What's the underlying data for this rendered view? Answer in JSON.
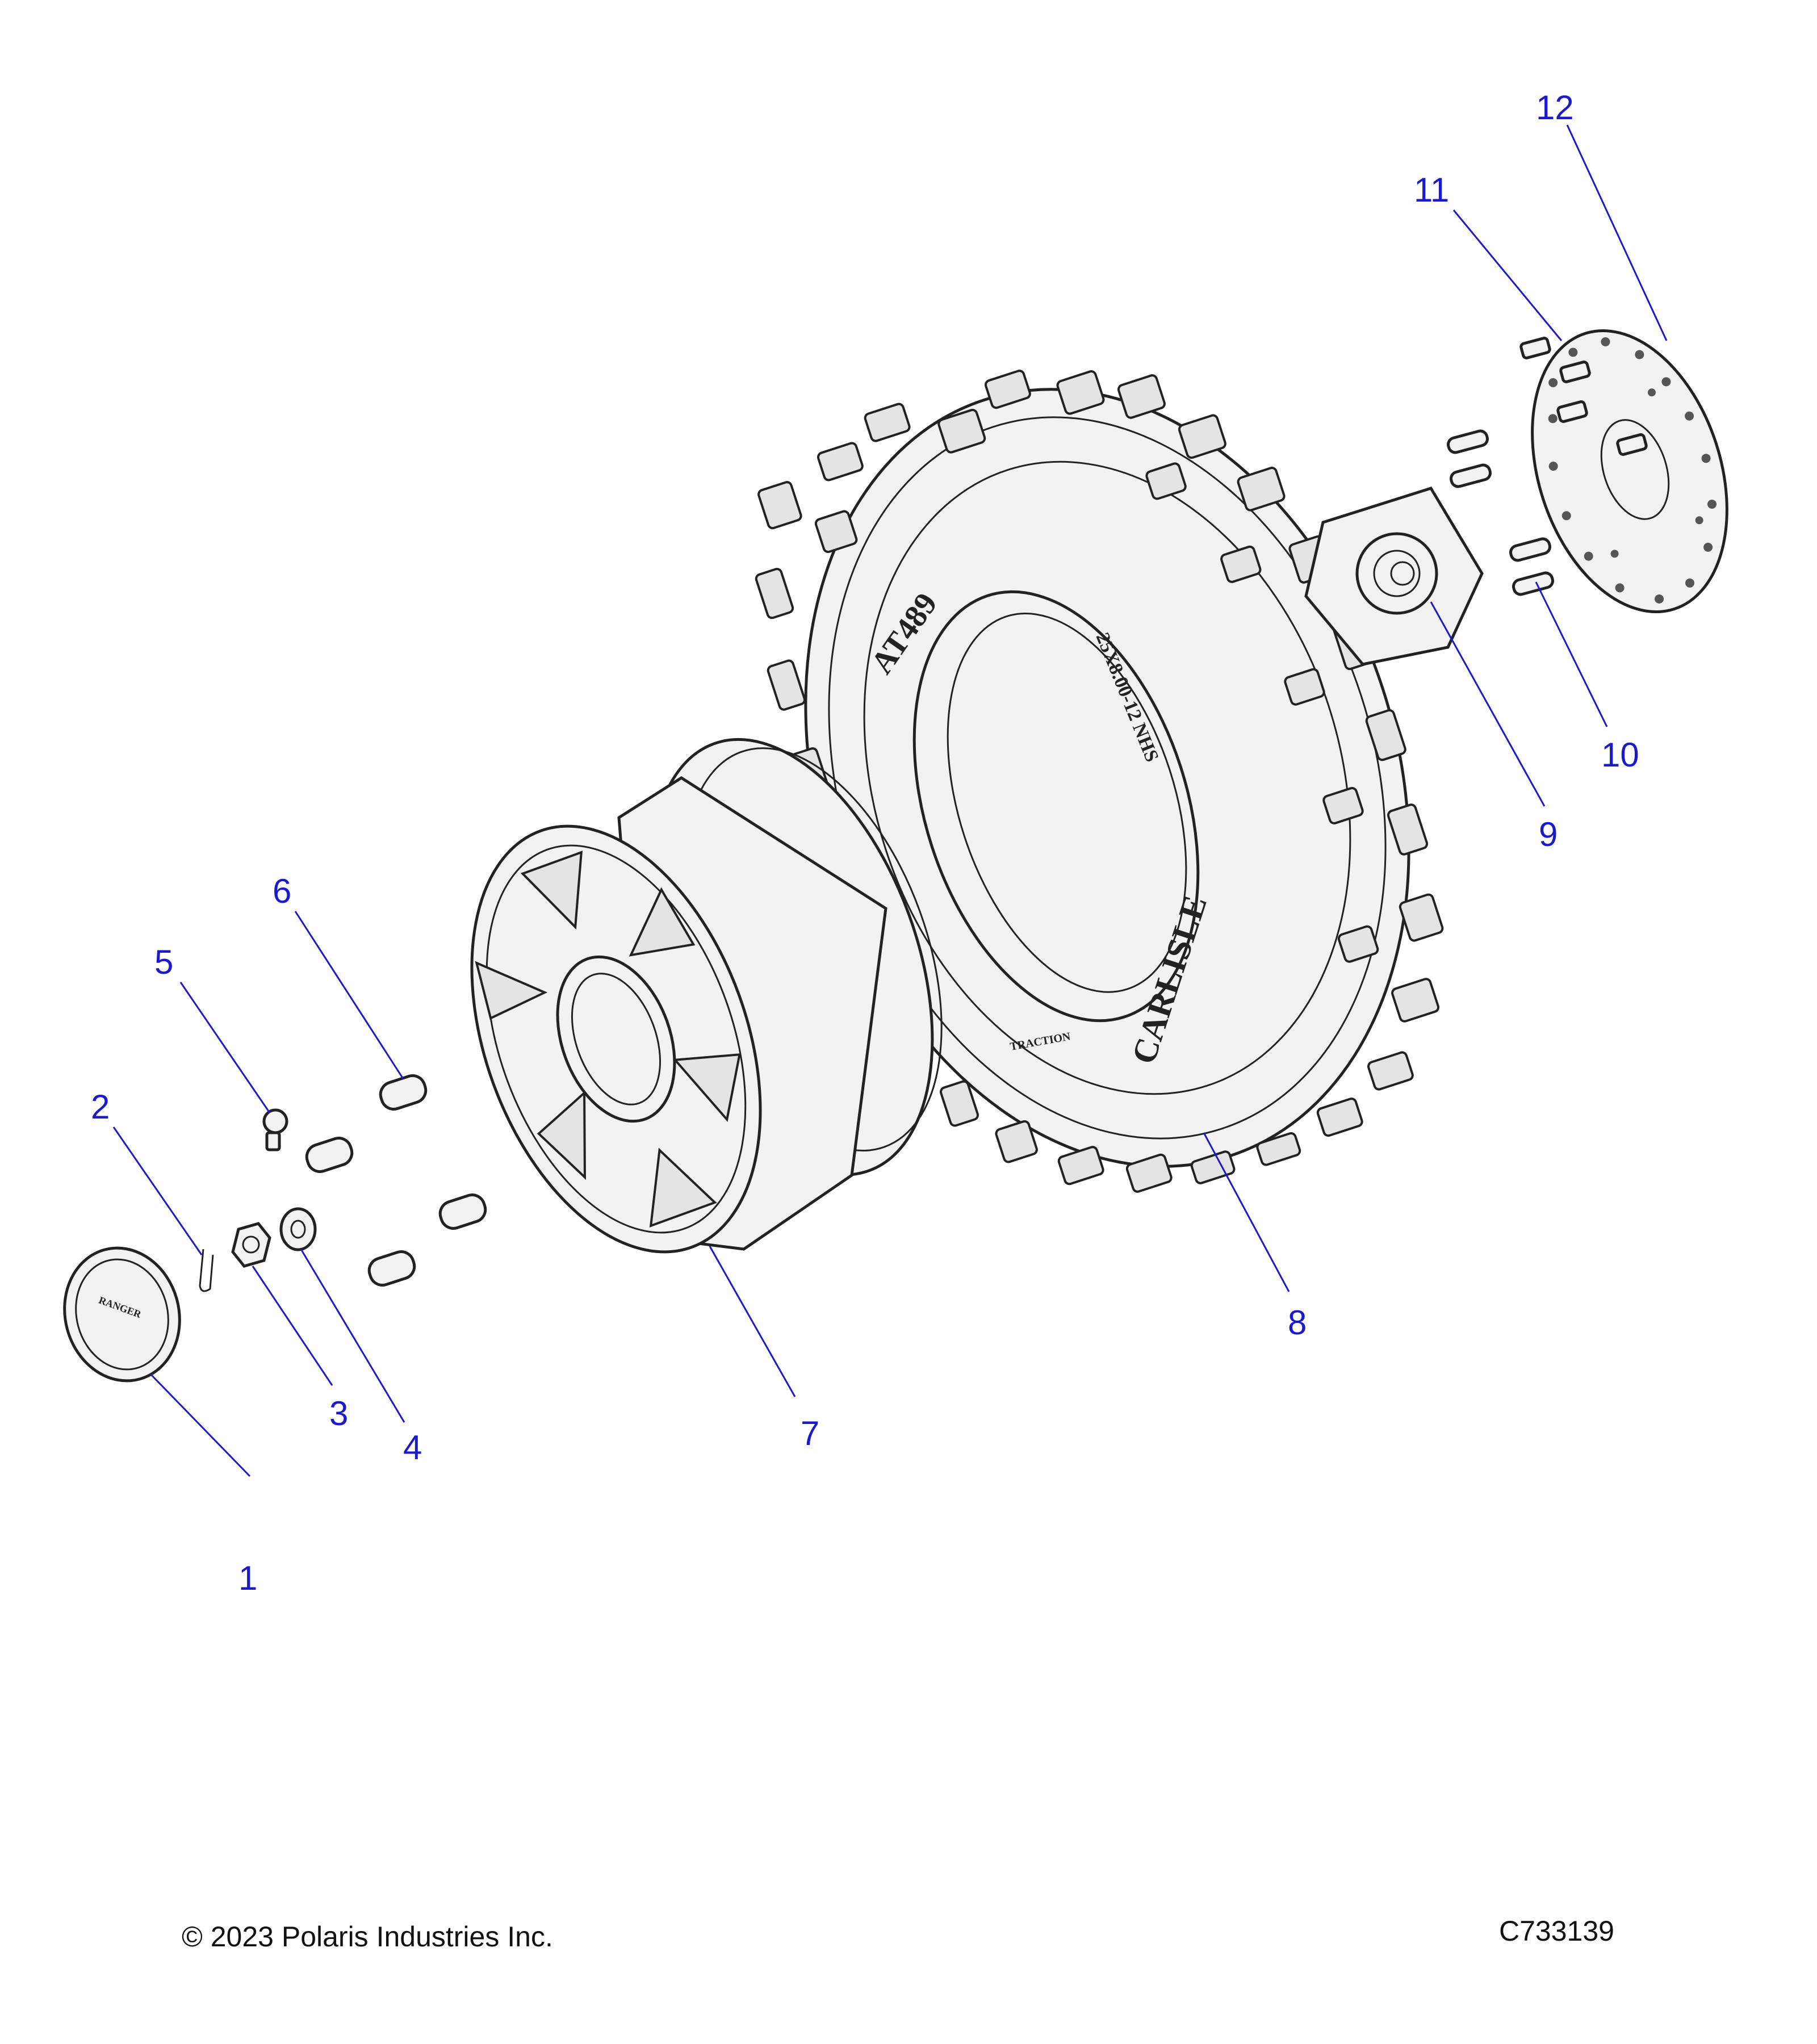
{
  "callouts": [
    {
      "id": 1,
      "label": "1"
    },
    {
      "id": 2,
      "label": "2"
    },
    {
      "id": 3,
      "label": "3"
    },
    {
      "id": 4,
      "label": "4"
    },
    {
      "id": 5,
      "label": "5"
    },
    {
      "id": 6,
      "label": "6"
    },
    {
      "id": 7,
      "label": "7"
    },
    {
      "id": 8,
      "label": "8"
    },
    {
      "id": 9,
      "label": "9"
    },
    {
      "id": 10,
      "label": "10"
    },
    {
      "id": 11,
      "label": "11"
    },
    {
      "id": 12,
      "label": "12"
    }
  ],
  "tire_markings": {
    "model": "AT489",
    "size": "25X8.00-12 NHS",
    "brand": "CARLISLE",
    "direction": "TRACTION"
  },
  "hub_cap_text": "RANGER",
  "footer": {
    "copyright": "© 2023 Polaris Industries Inc.",
    "figure_id": "C733139"
  }
}
